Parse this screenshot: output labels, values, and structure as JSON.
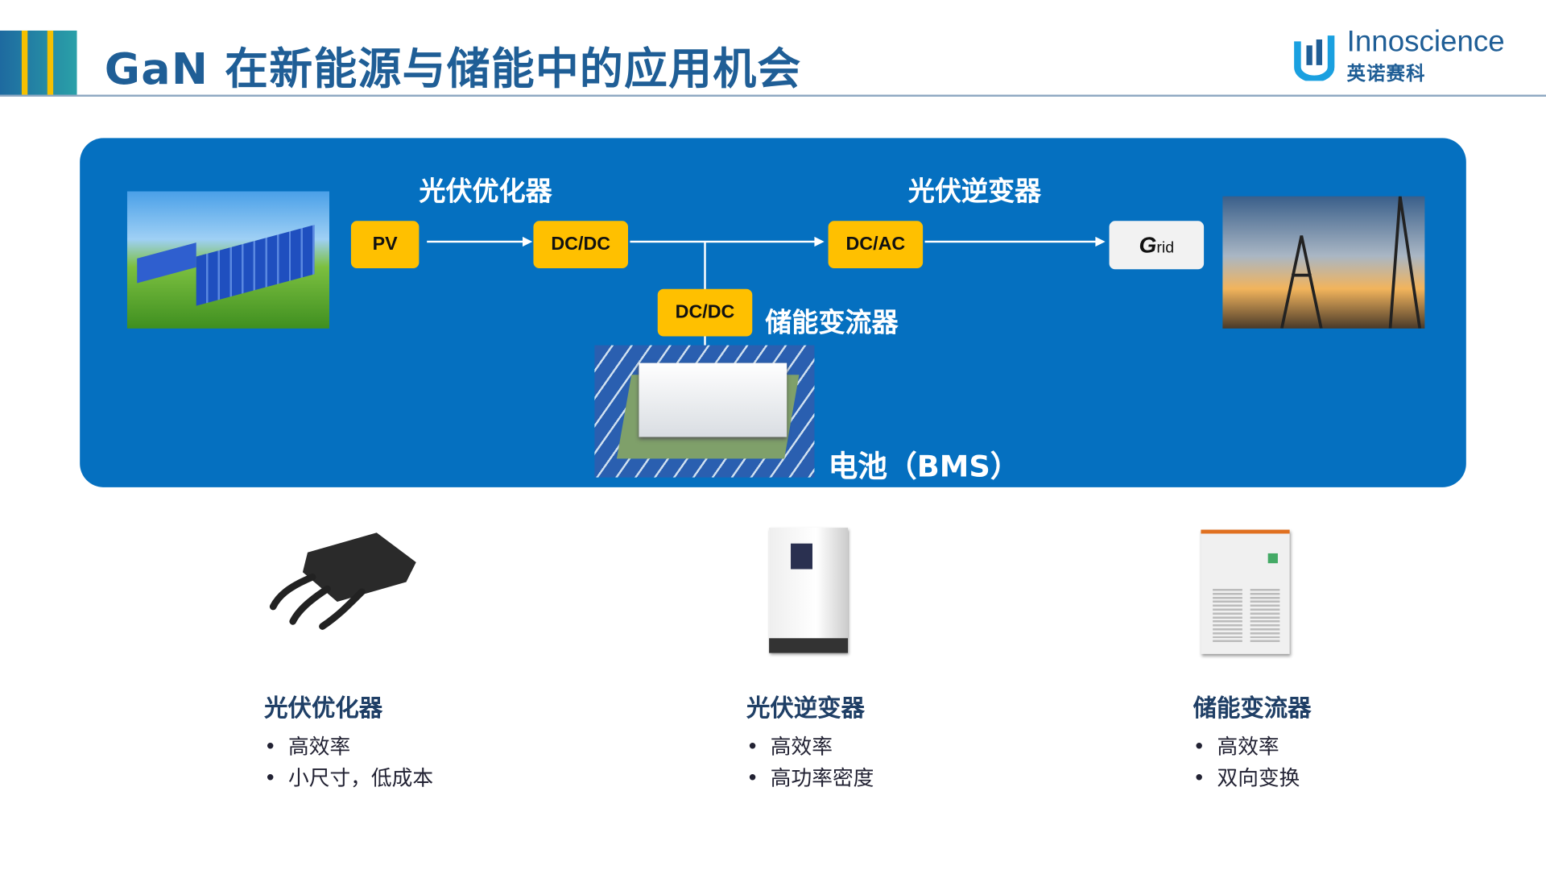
{
  "header": {
    "title": "GaN 在新能源与储能中的应用机会",
    "logo_en": "Innoscience",
    "logo_cn": "英诺赛科"
  },
  "diagram": {
    "labels": {
      "optimizer": "光伏优化器",
      "inverter": "光伏逆变器",
      "pcs": "储能变流器",
      "battery": "电池（BMS）"
    },
    "boxes": {
      "pv": "PV",
      "dcdc1": "DC/DC",
      "dcac": "DC/AC",
      "grid_g": "G",
      "grid_rest": "rid",
      "dcdc2": "DC/DC"
    }
  },
  "products": [
    {
      "title": "光伏优化器",
      "bullets": [
        "高效率",
        "小尺寸，低成本"
      ]
    },
    {
      "title": "光伏逆变器",
      "bullets": [
        "高效率",
        "高功率密度"
      ]
    },
    {
      "title": "储能变流器",
      "bullets": [
        "高效率",
        "双向变换"
      ]
    }
  ],
  "bullet_char": "•",
  "colors": {
    "brand": "#1f5e96",
    "panel": "#0570c0",
    "box": "#ffc000"
  }
}
